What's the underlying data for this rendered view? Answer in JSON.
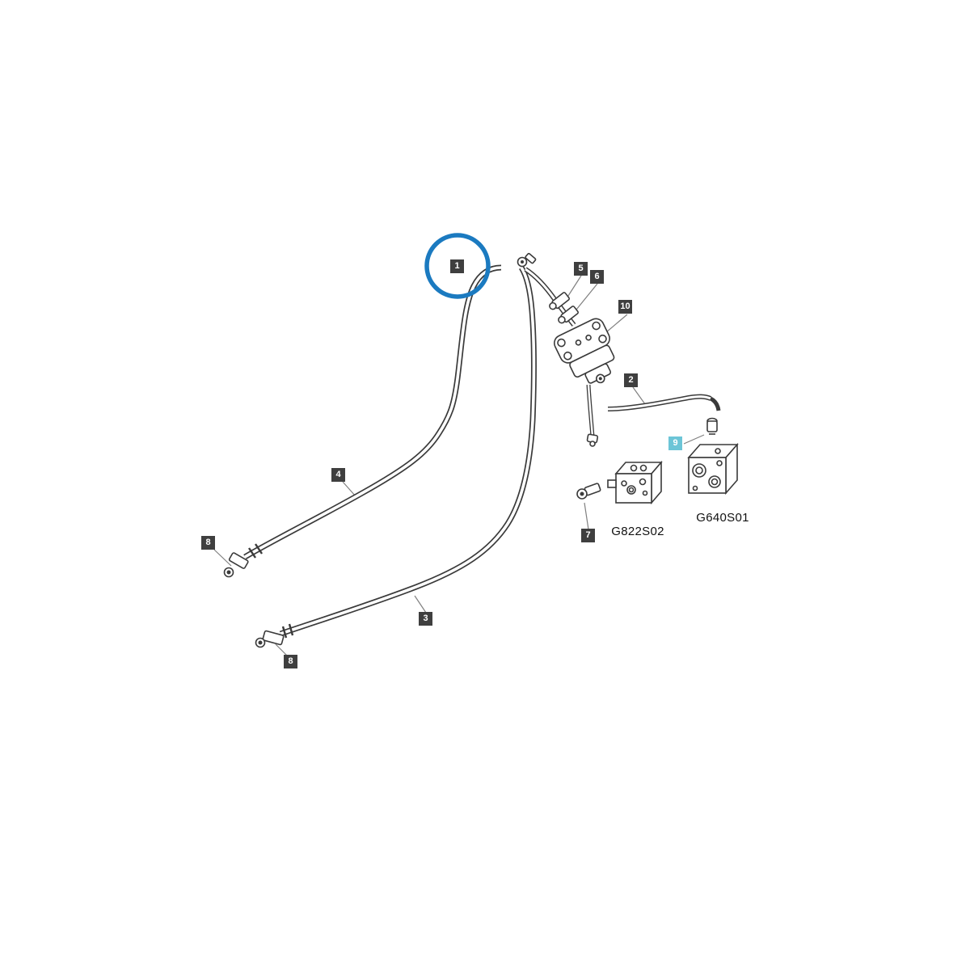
{
  "diagram": {
    "colors": {
      "line": "#3a3a3a",
      "leader": "#808080",
      "callout_bg": "#3f3f3f",
      "callout_text": "#ffffff",
      "callout_highlight_bg": "#6cc5d7",
      "highlight_circle": "#1b7ac0",
      "background": "#ffffff"
    },
    "callouts": [
      {
        "label": "1",
        "circled": true
      },
      {
        "label": "5"
      },
      {
        "label": "6"
      },
      {
        "label": "10"
      },
      {
        "label": "2"
      },
      {
        "label": "9",
        "style": "highlight"
      },
      {
        "label": "4"
      },
      {
        "label": "7"
      },
      {
        "label": "8"
      },
      {
        "label": "3"
      },
      {
        "label": "8"
      }
    ],
    "part_labels": [
      {
        "text": "G822S02"
      },
      {
        "text": "G640S01"
      }
    ]
  }
}
